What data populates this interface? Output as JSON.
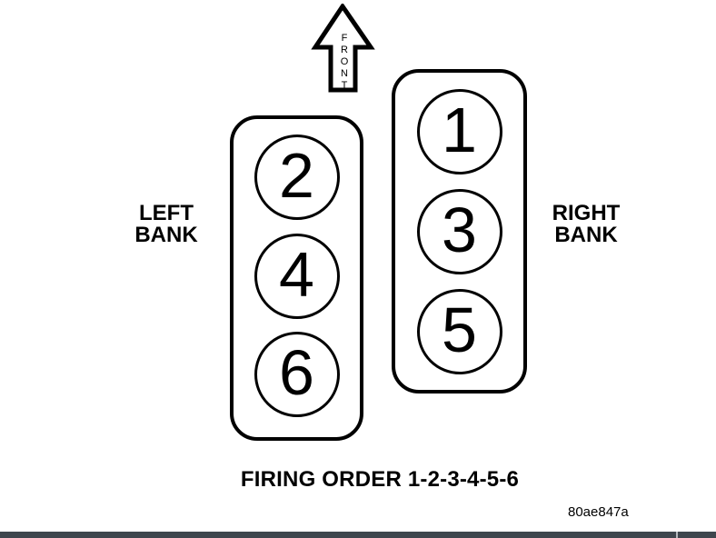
{
  "figure": {
    "front_label": "FRONT",
    "left_bank": {
      "label": "LEFT\nBANK",
      "cylinders": [
        "2",
        "4",
        "6"
      ]
    },
    "right_bank": {
      "label": "RIGHT\nBANK",
      "cylinders": [
        "1",
        "3",
        "5"
      ]
    },
    "caption": "FIRING ORDER 1-2-3-4-5-6",
    "figure_code": "80ae847a"
  },
  "colors": {
    "ink": "#000000",
    "background": "#ffffff",
    "bottom_bar": "#3e464d",
    "bottom_bar_notch": "#b3b8bc"
  }
}
